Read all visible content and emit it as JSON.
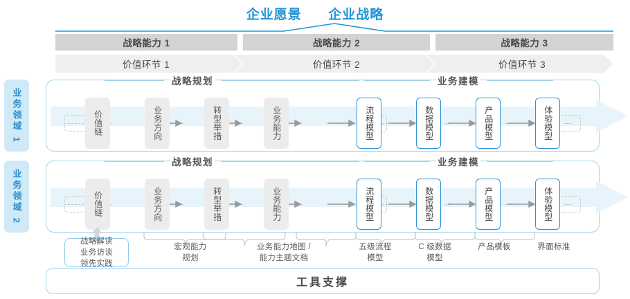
{
  "header": {
    "title_left": "企业愿景",
    "title_right": "企业战略"
  },
  "capability_bars": [
    {
      "label": "战略能力 1"
    },
    {
      "label": "战略能力 2"
    },
    {
      "label": "战略能力 3"
    }
  ],
  "value_chain": [
    {
      "label": "价值环节 1"
    },
    {
      "label": "价值环节 2"
    },
    {
      "label": "价值环节 3"
    }
  ],
  "domains": [
    {
      "tab_label": "业务领域 1",
      "sections": [
        {
          "caption": "战略规划"
        },
        {
          "caption": "业务建模"
        }
      ],
      "nodes": [
        {
          "label": "价值链",
          "style": "gray"
        },
        {
          "label": "业务方向",
          "style": "gray"
        },
        {
          "label": "转型举措",
          "style": "gray"
        },
        {
          "label": "业务能力",
          "style": "gray"
        },
        {
          "label": "流程模型",
          "style": "blue"
        },
        {
          "label": "数据模型",
          "style": "blue"
        },
        {
          "label": "产品模型",
          "style": "blue"
        },
        {
          "label": "体验模型",
          "style": "blue"
        }
      ]
    },
    {
      "tab_label": "业务领域 2",
      "sections": [
        {
          "caption": "战略规划"
        },
        {
          "caption": "业务建模"
        }
      ],
      "nodes": [
        {
          "label": "价值链",
          "style": "gray"
        },
        {
          "label": "业务方向",
          "style": "gray"
        },
        {
          "label": "转型举措",
          "style": "gray"
        },
        {
          "label": "业务能力",
          "style": "gray"
        },
        {
          "label": "流程模型",
          "style": "blue"
        },
        {
          "label": "数据模型",
          "style": "blue"
        },
        {
          "label": "产品模型",
          "style": "blue"
        },
        {
          "label": "体验模型",
          "style": "blue"
        }
      ]
    }
  ],
  "footnotes": {
    "boxed": "战略解读\n业务访谈\n领先实践",
    "items": [
      {
        "label": "宏观能力\n规划"
      },
      {
        "label": "业务能力地图 /\n能力主题文档"
      },
      {
        "label": "五级流程\n模型"
      },
      {
        "label": "C 级数据\n模型"
      },
      {
        "label": "产品模板"
      },
      {
        "label": "界面标准"
      }
    ]
  },
  "tool_support": {
    "label": "工具支撑"
  },
  "colors": {
    "accent_blue": "#2196d6",
    "node_blue_border": "#2b94d4",
    "band_blue": "#e8f4fb",
    "bar_gray": "#d2d4d4",
    "band_gray": "#eeefef",
    "tab_blue": "#cfe9f7"
  }
}
